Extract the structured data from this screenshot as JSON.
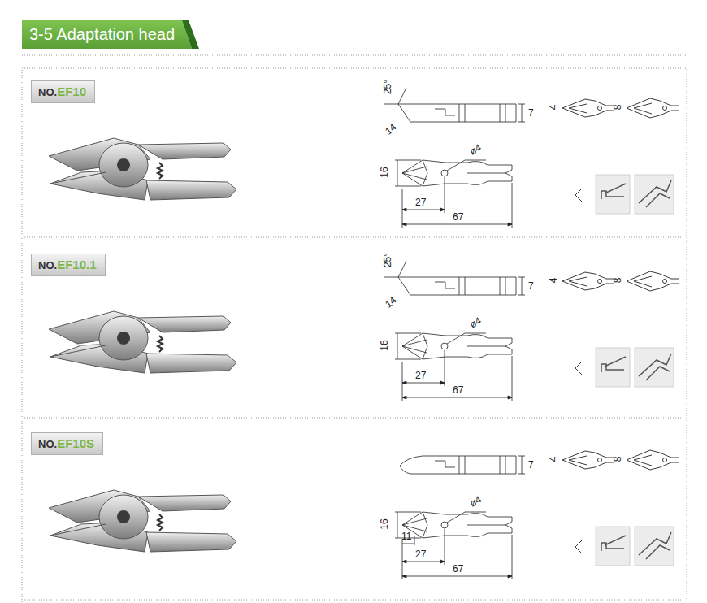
{
  "diagram": {
    "title": "3-5 Adaptation head",
    "nodes": [
      {
        "text": [
          "NO.",
          "EF10"
        ]
      },
      {
        "text": [
          "NO.",
          "EF10.1"
        ]
      },
      {
        "text": [
          "NO.",
          "EF10S"
        ]
      }
    ],
    "labels": [
      "25°",
      "14",
      "7",
      "4",
      "8",
      "16",
      "ø4",
      "27",
      "67",
      "25°",
      "14",
      "7",
      "4",
      "8",
      "16",
      "ø4",
      "27",
      "67",
      "7",
      "4",
      "8",
      "16",
      "ø4",
      "11",
      "27",
      "67"
    ]
  }
}
